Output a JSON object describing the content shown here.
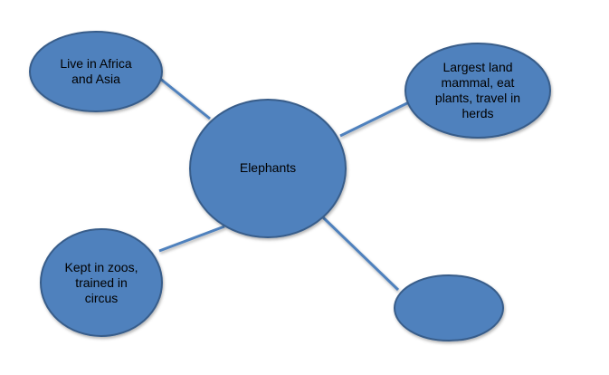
{
  "colors": {
    "fill": "#4f81bd",
    "stroke": "#385d8a",
    "line": "#4f81bd"
  },
  "center": {
    "label": "Elephants"
  },
  "nodes": [
    {
      "label": "Live in Africa and Asia"
    },
    {
      "label": "Largest land mammal, eat plants, travel in herds"
    },
    {
      "label": "Kept in zoos, trained in circus"
    },
    {
      "label": ""
    }
  ]
}
